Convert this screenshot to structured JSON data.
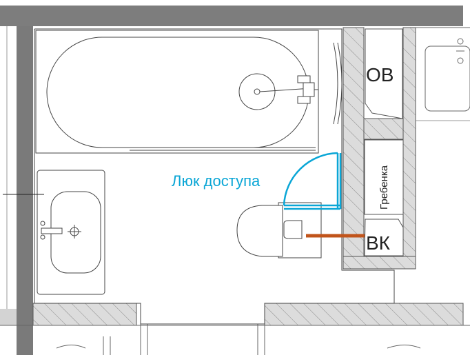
{
  "plan": {
    "hatch_label": "Люк доступа",
    "riser_labels": {
      "heating": "ОВ",
      "manifold": "Гребенка",
      "water": "ВК"
    }
  },
  "colors": {
    "wall_fill": "#d9d9d9",
    "wall_dark": "#7a7a7a",
    "hatch": "#0aa6d6",
    "pipe": "#c1541b",
    "line": "#4a4a4a"
  }
}
